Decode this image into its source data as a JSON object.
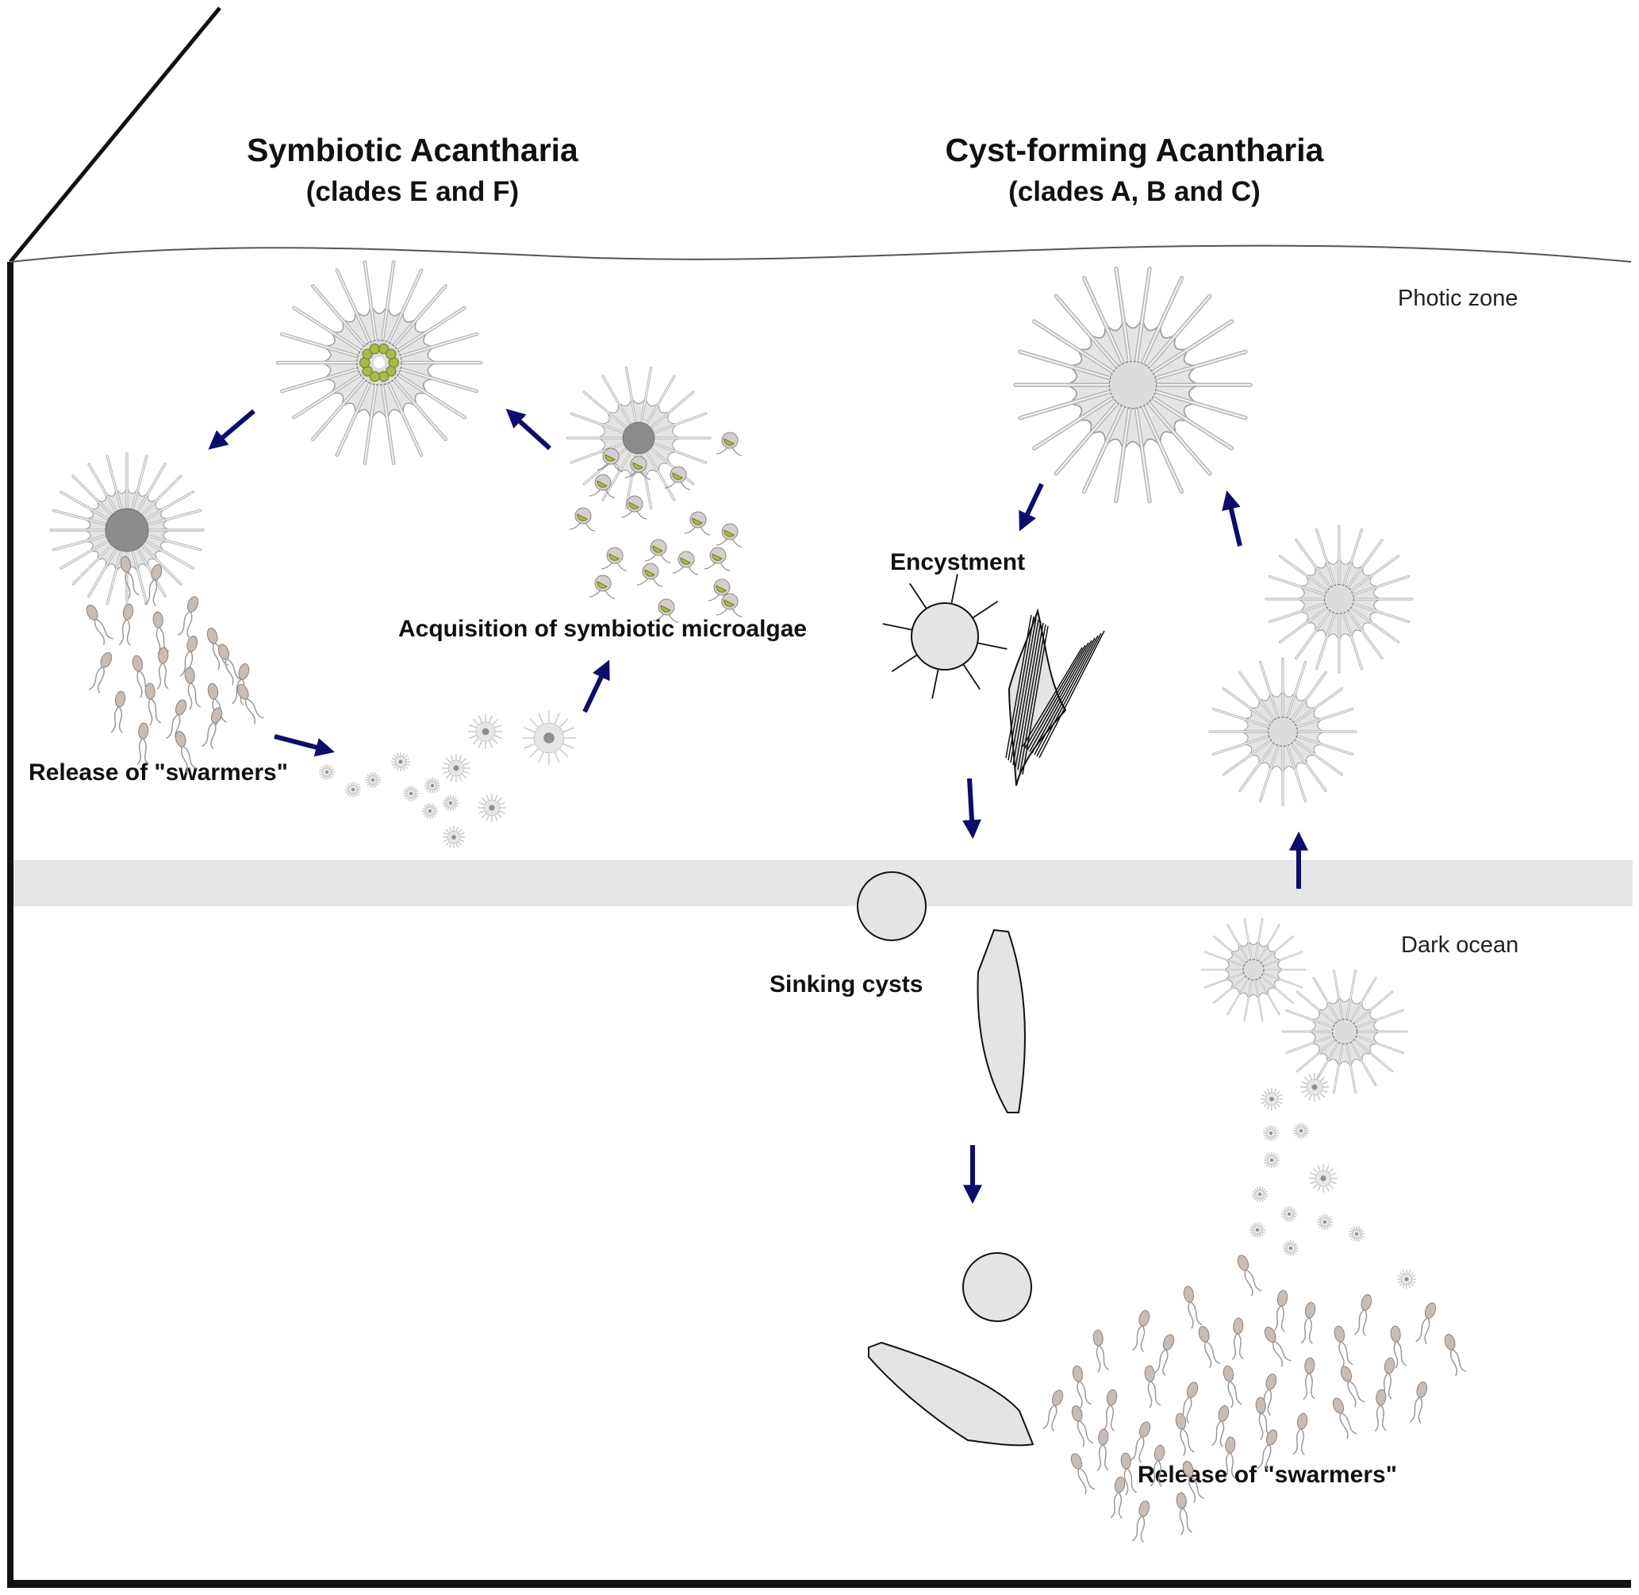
{
  "titles": {
    "left_title": "Symbiotic Acantharia",
    "left_subtitle": "(clades E and F)",
    "right_title": "Cyst-forming Acantharia",
    "right_subtitle": "(clades A, B and C)"
  },
  "zones": {
    "photic": "Photic zone",
    "dark": "Dark ocean"
  },
  "labels": {
    "release_left": "Release of \"swarmers\"",
    "acquisition": "Acquisition of symbiotic microalgae",
    "encystment": "Encystment",
    "sinking": "Sinking cysts",
    "release_right": "Release of \"swarmers\""
  },
  "colors": {
    "arrow": "#0d0d6b",
    "cell_fill": "#e4e4e4",
    "cell_core": "#a0a0a0",
    "swarmer": "#c8bcb4",
    "algae": "#a9b94a",
    "band": "#e6e6e6"
  }
}
